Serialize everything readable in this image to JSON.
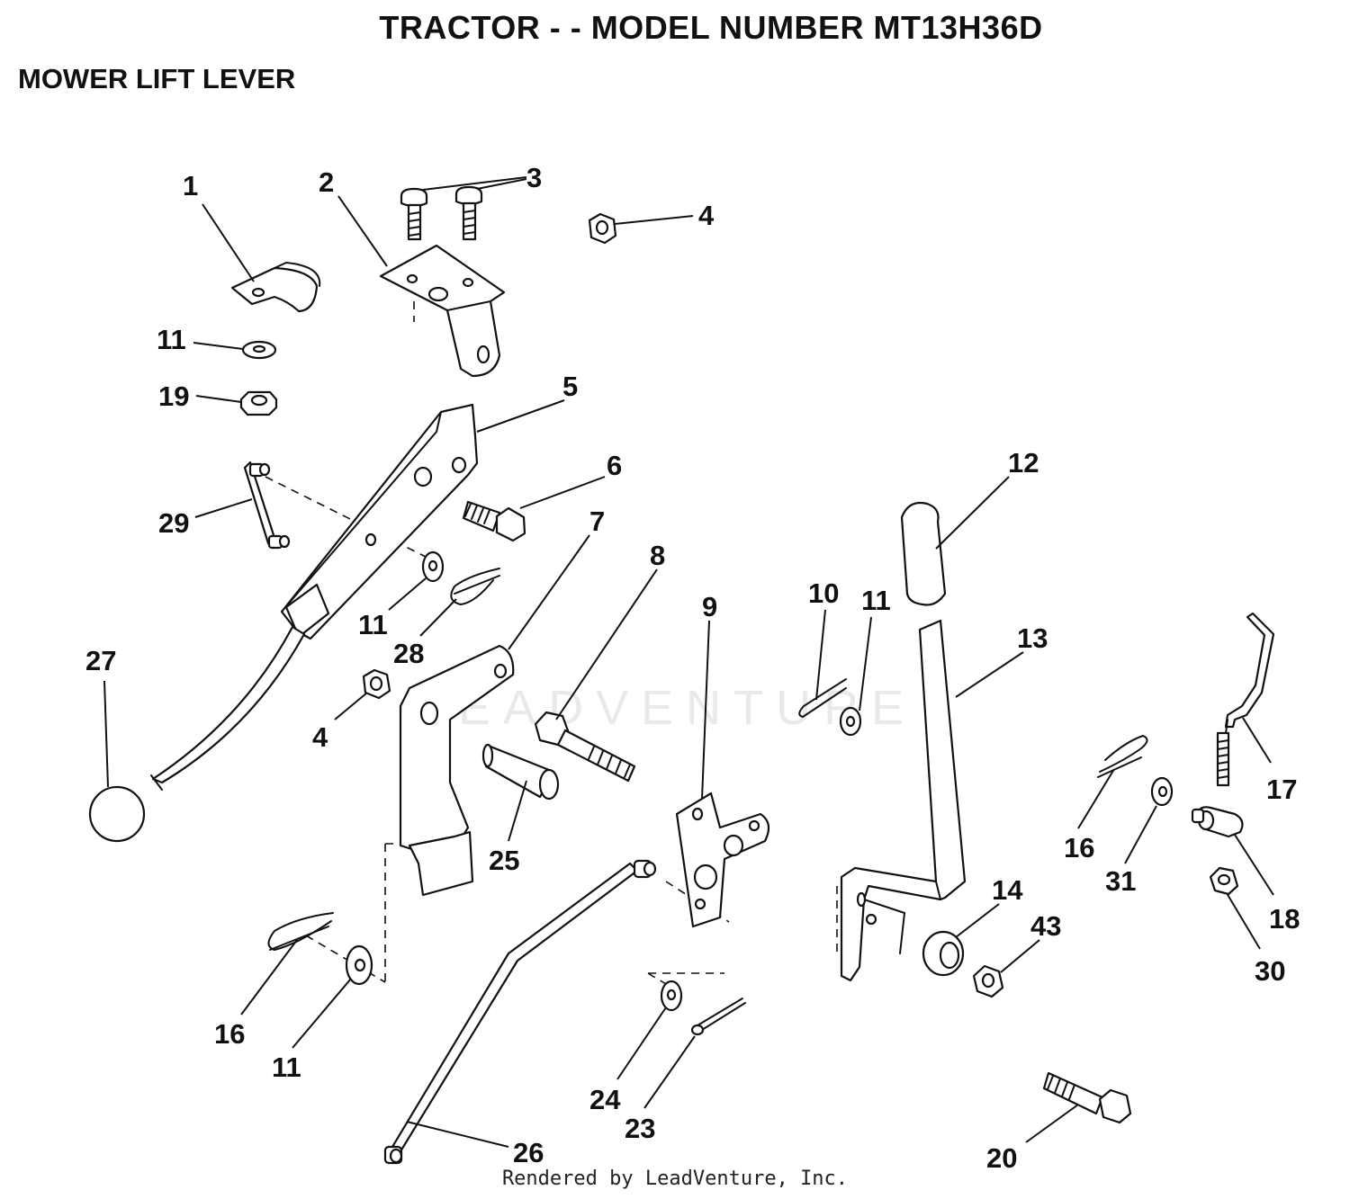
{
  "header": {
    "title": "TRACTOR - - MODEL NUMBER MT13H36D",
    "subtitle": "MOWER LIFT LEVER"
  },
  "watermark": "LEADVENTURE",
  "footer": "Rendered by LeadVenture, Inc.",
  "callouts": {
    "c1": "1",
    "c2": "2",
    "c3": "3",
    "c4a": "4",
    "c4b": "4",
    "c5": "5",
    "c6": "6",
    "c7": "7",
    "c8": "8",
    "c9": "9",
    "c10": "10",
    "c11a": "11",
    "c11b": "11",
    "c11c": "11",
    "c11d": "11",
    "c12": "12",
    "c13": "13",
    "c14": "14",
    "c16a": "16",
    "c16b": "16",
    "c17": "17",
    "c18": "18",
    "c19": "19",
    "c20": "20",
    "c23": "23",
    "c24": "24",
    "c25": "25",
    "c26": "26",
    "c27": "27",
    "c28": "28",
    "c29": "29",
    "c30": "30",
    "c31": "31",
    "c43": "43"
  }
}
